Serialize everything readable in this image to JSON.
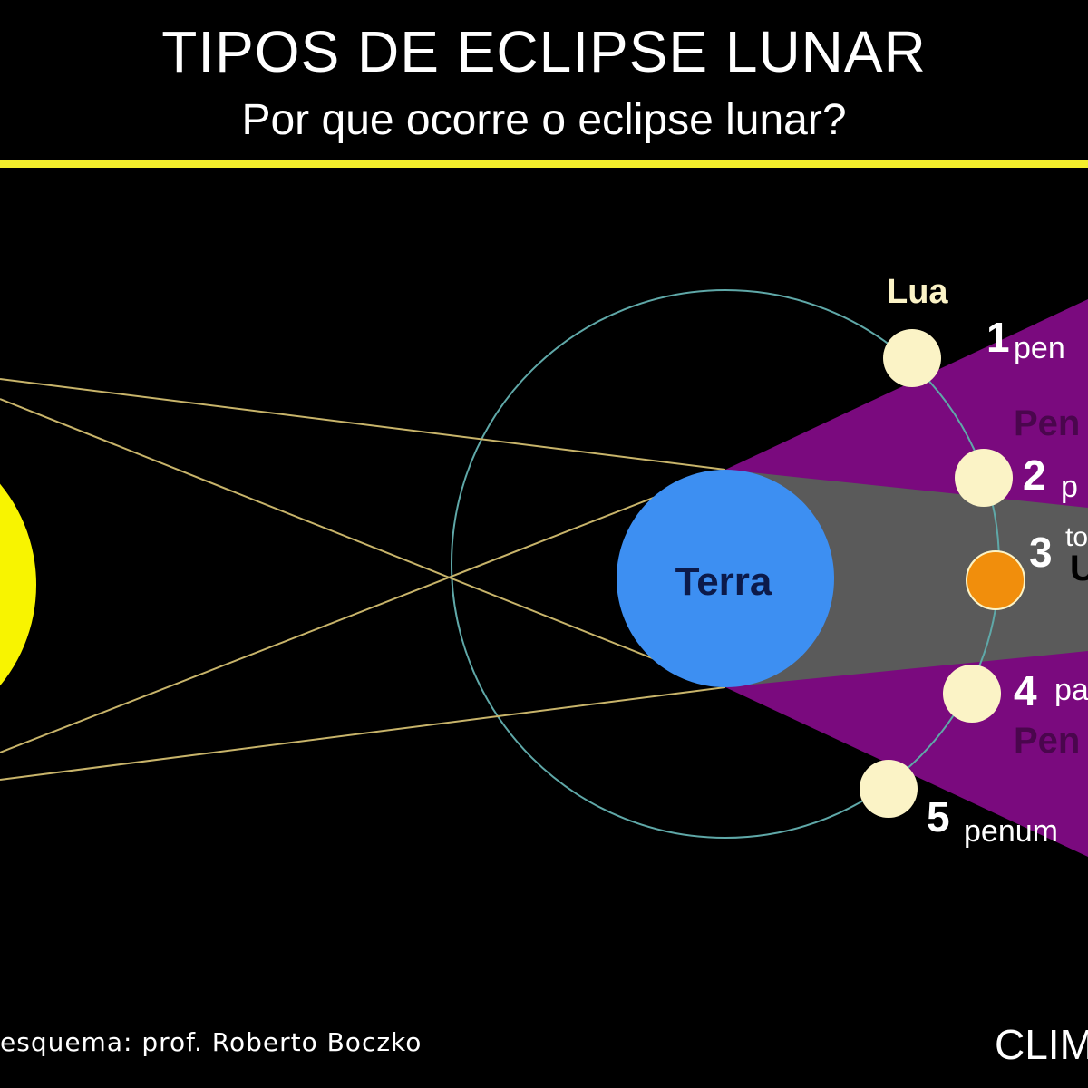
{
  "header": {
    "title": "TIPOS DE ECLIPSE LUNAR",
    "subtitle": "Por que ocorre o eclipse lunar?"
  },
  "colors": {
    "background": "#000000",
    "accent_line": "#f4ee2c",
    "sun": "#f8f400",
    "earth": "#3d8ff2",
    "earth_label": "#0c1a4a",
    "penumbra": "#7a0a7e",
    "umbra": "#5a5a5a",
    "moon": "#fbf3c6",
    "moon_eclipsed": "#f18e0c",
    "orbit": "#5fa8a8",
    "sun_rays": "#c8b46a"
  },
  "diagram": {
    "sun_icon": "sun-icon",
    "earth": {
      "label": "Terra",
      "icon": "earth-icon"
    },
    "moon_label": "Lua",
    "zone_labels": {
      "penumbra_top": "Pen",
      "umbra": "U",
      "penumbra_bottom": "Pen"
    },
    "moon_positions": [
      {
        "number": "1",
        "type": "pen",
        "icon": "moon-icon"
      },
      {
        "number": "2",
        "type": "p",
        "icon": "moon-icon"
      },
      {
        "number": "3",
        "type": "to",
        "icon": "eclipsed-moon-icon"
      },
      {
        "number": "4",
        "type": "pa",
        "icon": "moon-icon"
      },
      {
        "number": "5",
        "type": "penum",
        "icon": "moon-icon"
      }
    ]
  },
  "footer": {
    "credit": "esquema: prof. Roberto Boczko",
    "logo": "CLIMA"
  }
}
